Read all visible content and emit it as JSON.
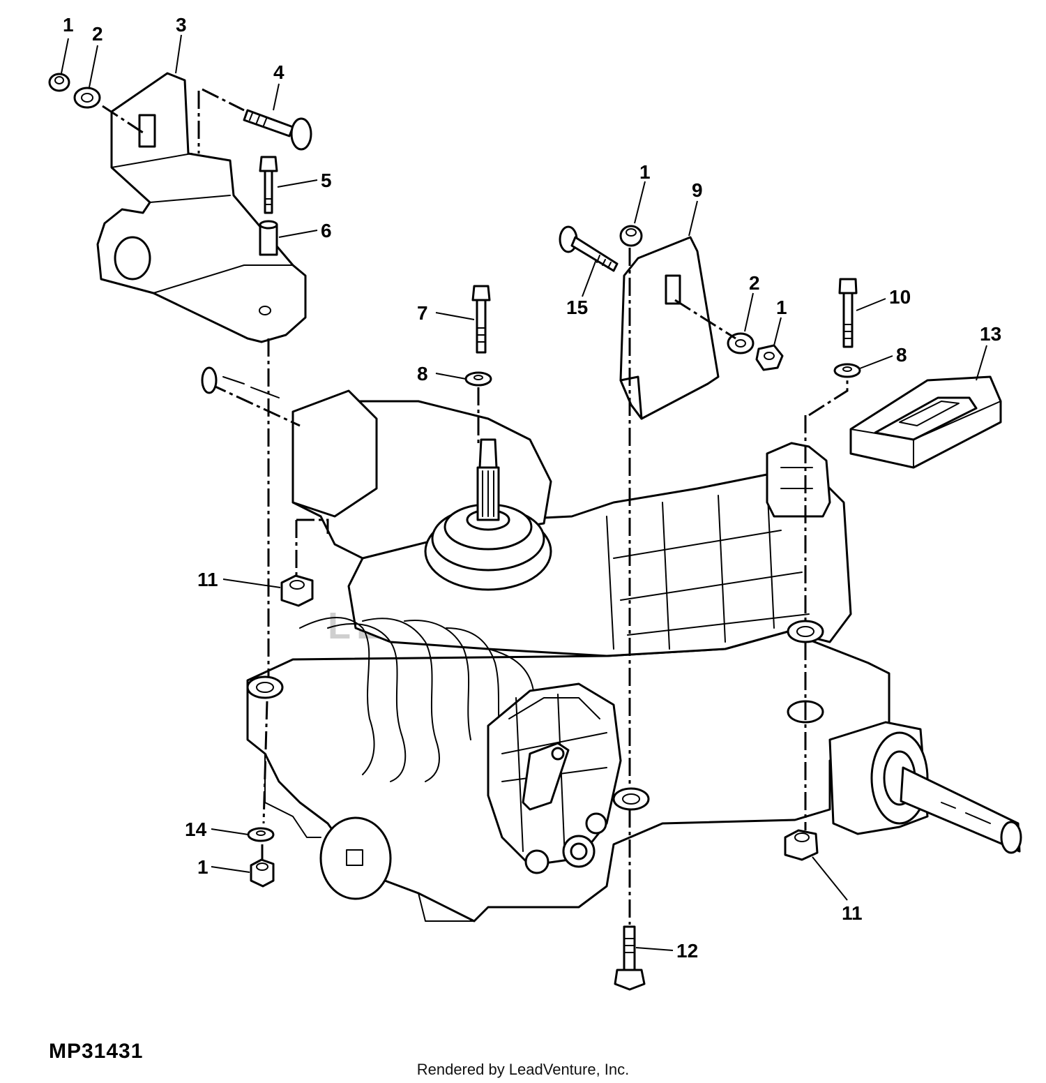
{
  "figure_id": "MP31431",
  "credit": "Rendered by LeadVenture, Inc.",
  "watermark": "LEADVENTURE",
  "callouts": [
    "1",
    "2",
    "3",
    "4",
    "5",
    "6",
    "1",
    "9",
    "15",
    "2",
    "1",
    "7",
    "8",
    "10",
    "8",
    "13",
    "11",
    "14",
    "1",
    "12",
    "11"
  ]
}
